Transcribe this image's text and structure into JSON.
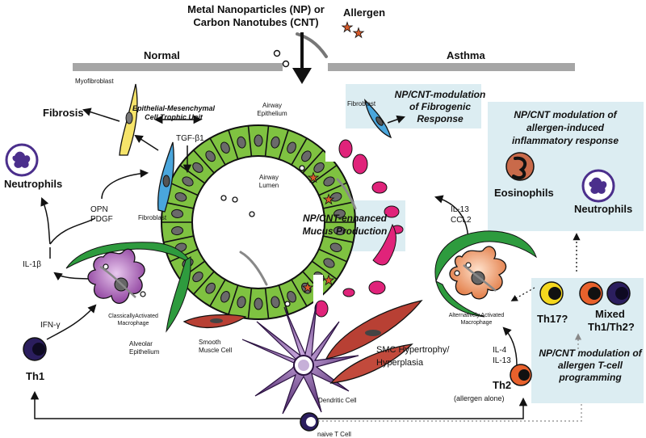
{
  "header": {
    "exposure_line1": "Metal Nanoparticles (NP) or",
    "exposure_line2": "Carbon Nanotubes (CNT)",
    "allergen": "Allergen",
    "normal": "Normal",
    "asthma": "Asthma"
  },
  "left_side": {
    "myofibroblast": "Myofibroblast",
    "fibrosis": "Fibrosis",
    "emtu_line1": "Epithelial-Mesenchymal",
    "emtu_line2": "Cell Trophic Unit",
    "tgf": "TGF-β1",
    "neutrophils": "Neutrophils",
    "opn": "OPN",
    "pdgf": "PDGF",
    "fibroblast": "Fibroblast",
    "il1b": "IL-1β",
    "ifng": "IFN-γ",
    "th1": "Th1",
    "classical_macrophage_line1": "ClassicallyActivated",
    "classical_macrophage_line2": "Macrophage",
    "alveolar_line1": "Alveolar",
    "alveolar_line2": "Epithelium",
    "smooth_line1": "Smooth",
    "smooth_line2": "Muscle Cell"
  },
  "center": {
    "airway_epi_line1": "Airway",
    "airway_epi_line2": "Epithelium",
    "lumen_line1": "Airway",
    "lumen_line2": "Lumen",
    "mucus_line1": "NP/CNT-enhanced",
    "mucus_line2": "Mucus Production",
    "dendritic": "Dendritic Cell",
    "naive": "naive T Cell",
    "smc_line1": "SMC Hypertrophy/",
    "smc_line2": "Hyperplasia"
  },
  "right_side": {
    "fibroblast": "Fibroblast",
    "fibrogenic_line1": "NP/CNT-modulation",
    "fibrogenic_line2": "of Fibrogenic",
    "fibrogenic_line3": "Response",
    "inflam_line1": "NP/CNT modulation of",
    "inflam_line2": "allergen-induced",
    "inflam_line3": "inflammatory response",
    "eosinophils": "Eosinophils",
    "neutrophils": "Neutrophils",
    "il13": "IL-13",
    "ccl2": "CCL2",
    "alt_macrophage_line1": "Alternatively Activated",
    "alt_macrophage_line2": "Macrophage",
    "th17": "Th17?",
    "mixed_line1": "Mixed",
    "mixed_line2": "Th1/Th2?",
    "il4": "IL-4",
    "il13b": "IL-13",
    "th2": "Th2",
    "th2_note": "(allergen alone)",
    "tcell_line1": "NP/CNT modulation of",
    "tcell_line2": "allergen T-cell",
    "tcell_line3": "programming"
  }
}
